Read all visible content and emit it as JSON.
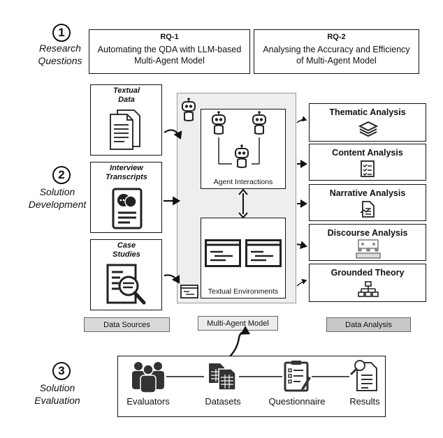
{
  "steps": [
    {
      "num": "1",
      "label": "Research Questions"
    },
    {
      "num": "2",
      "label": "Solution Development"
    },
    {
      "num": "3",
      "label": "Solution Evaluation"
    }
  ],
  "research_questions": [
    {
      "id": "RQ-1",
      "text": "Automating the QDA with LLM-based Multi-Agent Model"
    },
    {
      "id": "RQ-2",
      "text": "Analysing the Accuracy and Efficiency of Multi-Agent Model"
    }
  ],
  "data_sources": {
    "items": [
      "Textual Data",
      "Interview Transcripts",
      "Case Studies"
    ],
    "label": "Data Sources"
  },
  "multi_agent_model": {
    "label": "Multi-Agent Model",
    "agent_interactions": "Agent Interactions",
    "textual_environments": "Textual Environments"
  },
  "data_analysis": {
    "items": [
      "Thematic Analysis",
      "Content Analysis",
      "Narrative Analysis",
      "Discourse Analysis",
      "Grounded Theory"
    ],
    "label": "Data Analysis"
  },
  "evaluation": {
    "items": [
      "Evaluators",
      "Datasets",
      "Questionnaire",
      "Results"
    ]
  },
  "icons": {
    "robot": "robot-icon",
    "documents": "documents-icon",
    "transcript": "chat-document-icon",
    "magnifier": "magnifier-document-icon",
    "people": "people-icon",
    "spreadsheets": "spreadsheet-icon",
    "clipboard": "clipboard-icon",
    "results": "results-icon"
  },
  "colors": {
    "panel_fill": "#eeeeee",
    "tag_fill": "#d9d9d9",
    "tag_fill_dark": "#c8c8c8",
    "icon_dark": "#333333"
  }
}
